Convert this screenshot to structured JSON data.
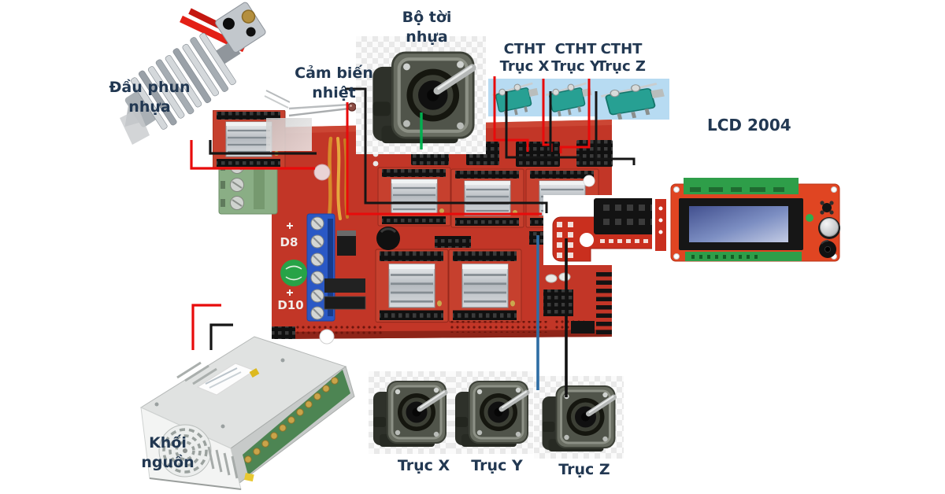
{
  "diagram": {
    "labels": {
      "hotend": {
        "line1": "Đầu phun",
        "line2": "nhựa"
      },
      "thermal_sensor": {
        "line1": "Cảm biến",
        "line2": "nhiệt"
      },
      "extruder_feeder": {
        "line1": "Bộ tời",
        "line2": "nhựa"
      },
      "endstop_x": {
        "line1": "CTHT",
        "line2": "Trục X"
      },
      "endstop_y": {
        "line1": "CTHT",
        "line2": "Trục Y"
      },
      "endstop_z": {
        "line1": "CTHT",
        "line2": "Trục Z"
      },
      "lcd": "LCD 2004",
      "power_supply": {
        "line1": "Khối",
        "line2": "nguồn"
      },
      "motor_x": "Trục X",
      "motor_y": "Trục Y",
      "motor_z": "Trục Z"
    },
    "board": {
      "d8": "D8",
      "d10": "D10"
    },
    "colors": {
      "wire_red": "#e80b0b",
      "wire_black": "#151515",
      "wire_green": "#00b050",
      "wire_blue": "#2e6da4",
      "board_red": "#c23627",
      "driver_red": "#c6402e",
      "lcd_pcb_orange": "#e04522",
      "lcd_screen_blue": "#5a6aa8",
      "pcb_green_strip": "#2e9e49",
      "endstop_bg_blue": "#b7dbf2",
      "switch_teal": "#27a093",
      "terminal_green": "#8aae85",
      "terminal_blue": "#2a58c5",
      "sticker_green": "#27a347",
      "label_text": "#223852"
    }
  }
}
